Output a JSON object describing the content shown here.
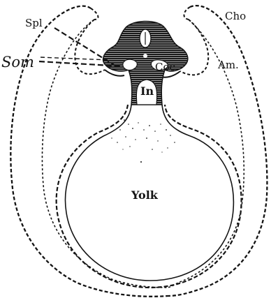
{
  "labels": {
    "spl": "Spl",
    "cho": "Cho",
    "som": "Som",
    "coe": "Coe",
    "am": "Am.",
    "in": "In",
    "yolk": "Yolk"
  },
  "colors": {
    "ink": "#141414",
    "paper": "#ffffff"
  }
}
